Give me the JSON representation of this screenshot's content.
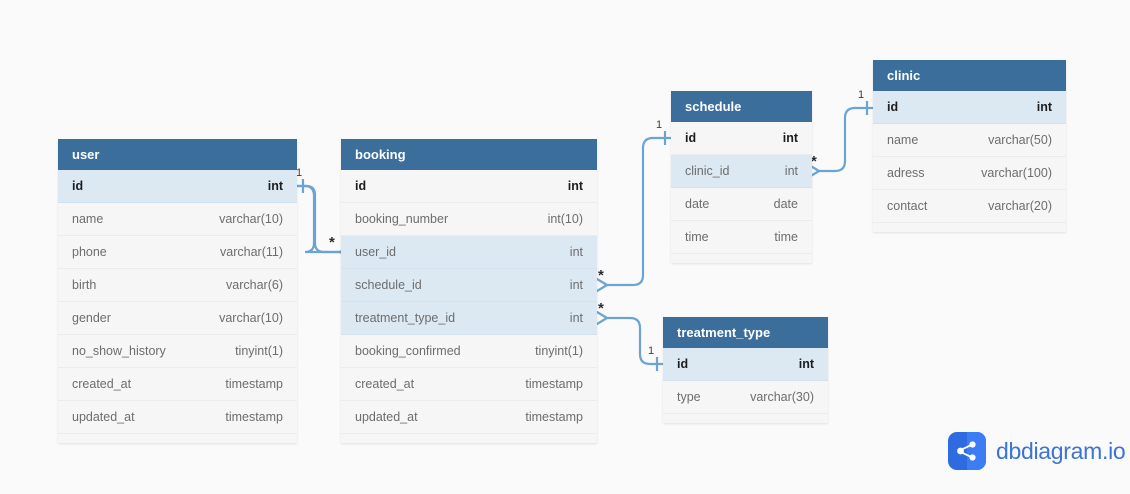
{
  "canvas": {
    "background": "#fafafa",
    "header_color": "#3b6e9b",
    "key_row_color": "#dce9f3",
    "row_color": "#f6f6f6",
    "connector_color": "#6ba4d4"
  },
  "tables": [
    {
      "name": "user",
      "fields": [
        {
          "name": "id",
          "type": "int",
          "key": true,
          "pk": true
        },
        {
          "name": "name",
          "type": "varchar(10)",
          "key": false,
          "pk": false
        },
        {
          "name": "phone",
          "type": "varchar(11)",
          "key": false,
          "pk": false
        },
        {
          "name": "birth",
          "type": "varchar(6)",
          "key": false,
          "pk": false
        },
        {
          "name": "gender",
          "type": "varchar(10)",
          "key": false,
          "pk": false
        },
        {
          "name": "no_show_history",
          "type": "tinyint(1)",
          "key": false,
          "pk": false
        },
        {
          "name": "created_at",
          "type": "timestamp",
          "key": false,
          "pk": false
        },
        {
          "name": "updated_at",
          "type": "timestamp",
          "key": false,
          "pk": false
        }
      ]
    },
    {
      "name": "booking",
      "fields": [
        {
          "name": "id",
          "type": "int",
          "key": false,
          "pk": true
        },
        {
          "name": "booking_number",
          "type": "int(10)",
          "key": false,
          "pk": false
        },
        {
          "name": "user_id",
          "type": "int",
          "key": true,
          "pk": false
        },
        {
          "name": "schedule_id",
          "type": "int",
          "key": true,
          "pk": false
        },
        {
          "name": "treatment_type_id",
          "type": "int",
          "key": true,
          "pk": false
        },
        {
          "name": "booking_confirmed",
          "type": "tinyint(1)",
          "key": false,
          "pk": false
        },
        {
          "name": "created_at",
          "type": "timestamp",
          "key": false,
          "pk": false
        },
        {
          "name": "updated_at",
          "type": "timestamp",
          "key": false,
          "pk": false
        }
      ]
    },
    {
      "name": "schedule",
      "fields": [
        {
          "name": "id",
          "type": "int",
          "key": false,
          "pk": true
        },
        {
          "name": "clinic_id",
          "type": "int",
          "key": true,
          "pk": false
        },
        {
          "name": "date",
          "type": "date",
          "key": false,
          "pk": false
        },
        {
          "name": "time",
          "type": "time",
          "key": false,
          "pk": false
        }
      ]
    },
    {
      "name": "clinic",
      "fields": [
        {
          "name": "id",
          "type": "int",
          "key": true,
          "pk": true
        },
        {
          "name": "name",
          "type": "varchar(50)",
          "key": false,
          "pk": false
        },
        {
          "name": "adress",
          "type": "varchar(100)",
          "key": false,
          "pk": false
        },
        {
          "name": "contact",
          "type": "varchar(20)",
          "key": false,
          "pk": false
        }
      ]
    },
    {
      "name": "treatment_type",
      "fields": [
        {
          "name": "id",
          "type": "int",
          "key": true,
          "pk": true
        },
        {
          "name": "type",
          "type": "varchar(30)",
          "key": false,
          "pk": false
        }
      ]
    }
  ],
  "relationships": [
    {
      "from": "user.id",
      "to": "booking.user_id",
      "from_cardinality": "1",
      "to_cardinality": "*"
    },
    {
      "from": "schedule.id",
      "to": "booking.schedule_id",
      "from_cardinality": "1",
      "to_cardinality": "*"
    },
    {
      "from": "treatment_type.id",
      "to": "booking.treatment_type_id",
      "from_cardinality": "1",
      "to_cardinality": "*"
    },
    {
      "from": "clinic.id",
      "to": "schedule.clinic_id",
      "from_cardinality": "1",
      "to_cardinality": "*"
    }
  ],
  "logo": {
    "text": "dbdiagram.io",
    "icon": "share-nodes-icon",
    "color": "#3b73d6",
    "mark_color": "#2f6be0"
  }
}
